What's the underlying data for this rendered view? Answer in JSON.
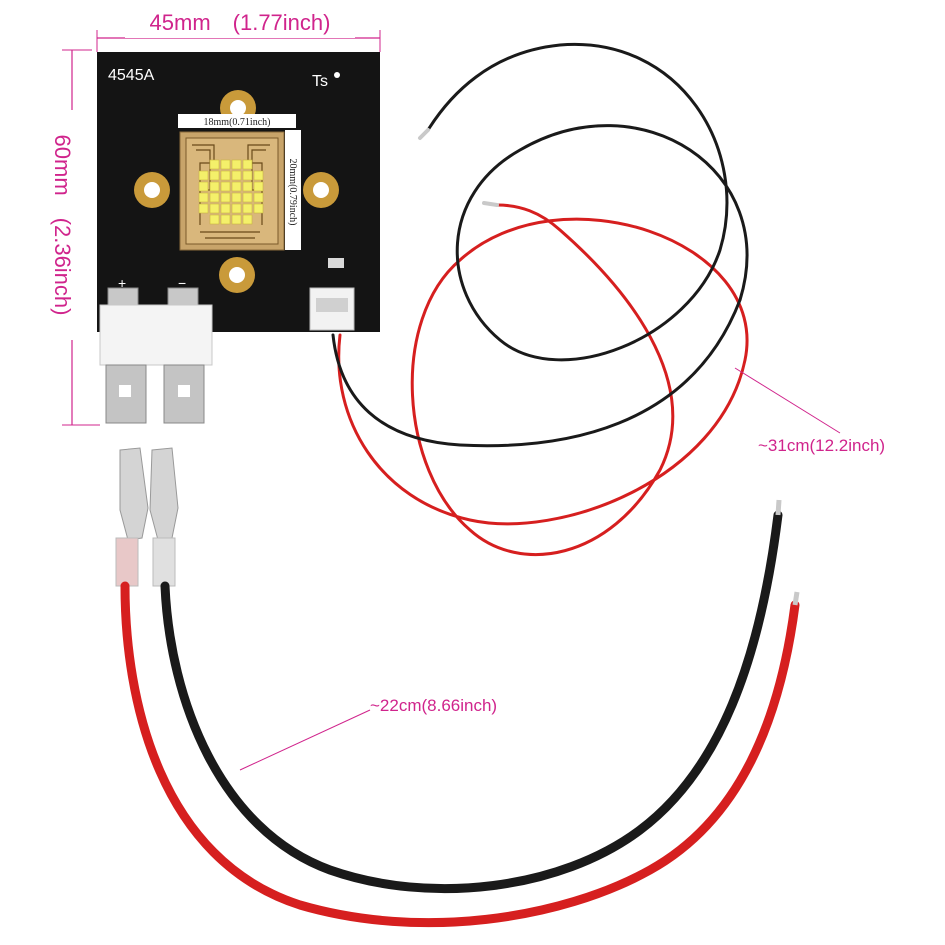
{
  "dimensions": {
    "width_label": "45mm　(1.77inch)",
    "height_label": "60mm　(2.36inch)",
    "long_wire_label": "~31cm(12.2inch)",
    "short_wire_label": "~22cm(8.66inch)"
  },
  "pcb": {
    "model_label": "4545A",
    "brand_label": "Ts",
    "plus_label": "+",
    "minus_label": "−",
    "chip_width_label": "18mm(0.71inch)",
    "chip_height_label": "20mm(0.79inch)"
  },
  "colors": {
    "dimension": "#d0248c",
    "pcb": "#141414",
    "gold": "#c99a3a",
    "led": "#f4f06a",
    "wire_red": "#d61f1f",
    "wire_black": "#1a1a1a",
    "terminal": "#b8b8b8"
  }
}
